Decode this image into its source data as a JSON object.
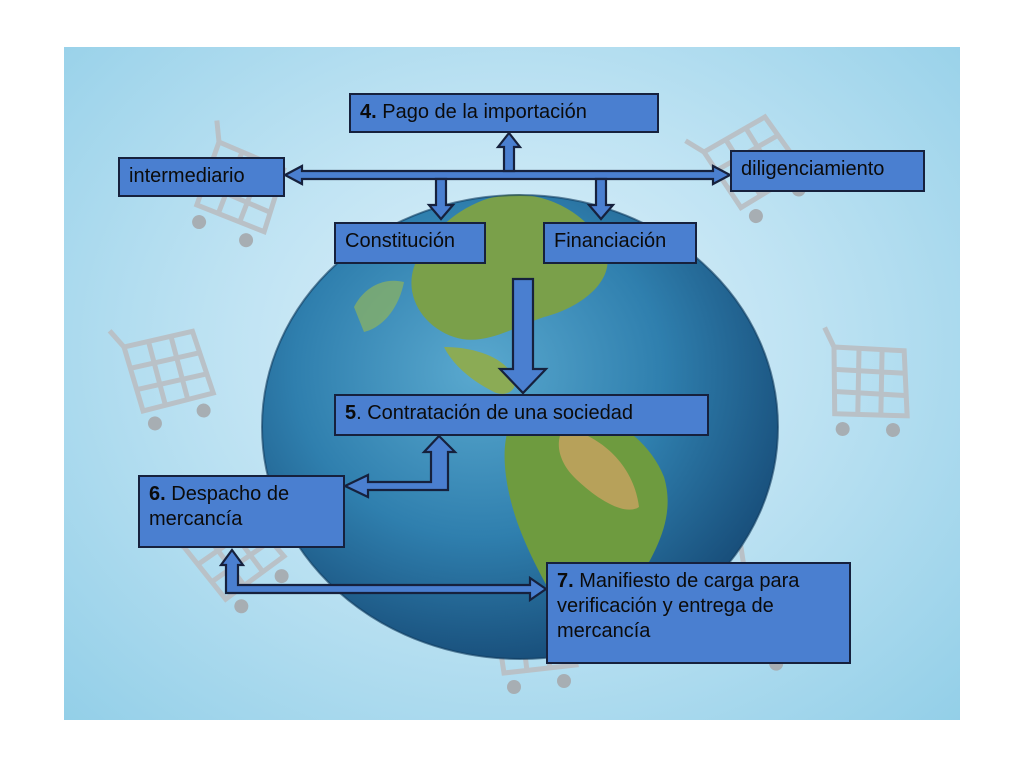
{
  "colors": {
    "box_fill": "#4a7fd0",
    "box_border": "#16213d",
    "arrow_fill": "#4a7fd0",
    "background": "#bfe3f3"
  },
  "icons": [
    "globe-image",
    "shopping-cart-icon"
  ],
  "nodes": {
    "pago": {
      "number": "4.",
      "text": "Pago de la importación"
    },
    "intermediario": {
      "text": "intermediario"
    },
    "diligenciamiento": {
      "text": "diligenciamiento"
    },
    "constitucion": {
      "text": "Constitución"
    },
    "financiacion": {
      "text": "Financiación"
    },
    "contratacion": {
      "number": "5",
      "text": ". Contratación de una sociedad"
    },
    "despacho": {
      "number": "6.",
      "text": " Despacho de mercancía"
    },
    "manifiesto": {
      "number": "7.",
      "text": " Manifiesto de carga para verificación y entrega de mercancía"
    }
  },
  "edges": [
    {
      "from": "intermediario",
      "to": "diligenciamiento",
      "direction": "both"
    },
    {
      "from": "intermediario-diligenciamiento",
      "to": "pago",
      "direction": "forward"
    },
    {
      "from": "intermediario-diligenciamiento",
      "to": "constitucion",
      "direction": "forward"
    },
    {
      "from": "intermediario-diligenciamiento",
      "to": "financiacion",
      "direction": "forward"
    },
    {
      "from": "financiacion",
      "to": "contratacion",
      "direction": "forward"
    },
    {
      "from": "contratacion",
      "to": "despacho",
      "direction": "both"
    },
    {
      "from": "despacho",
      "to": "manifiesto",
      "direction": "both"
    }
  ]
}
